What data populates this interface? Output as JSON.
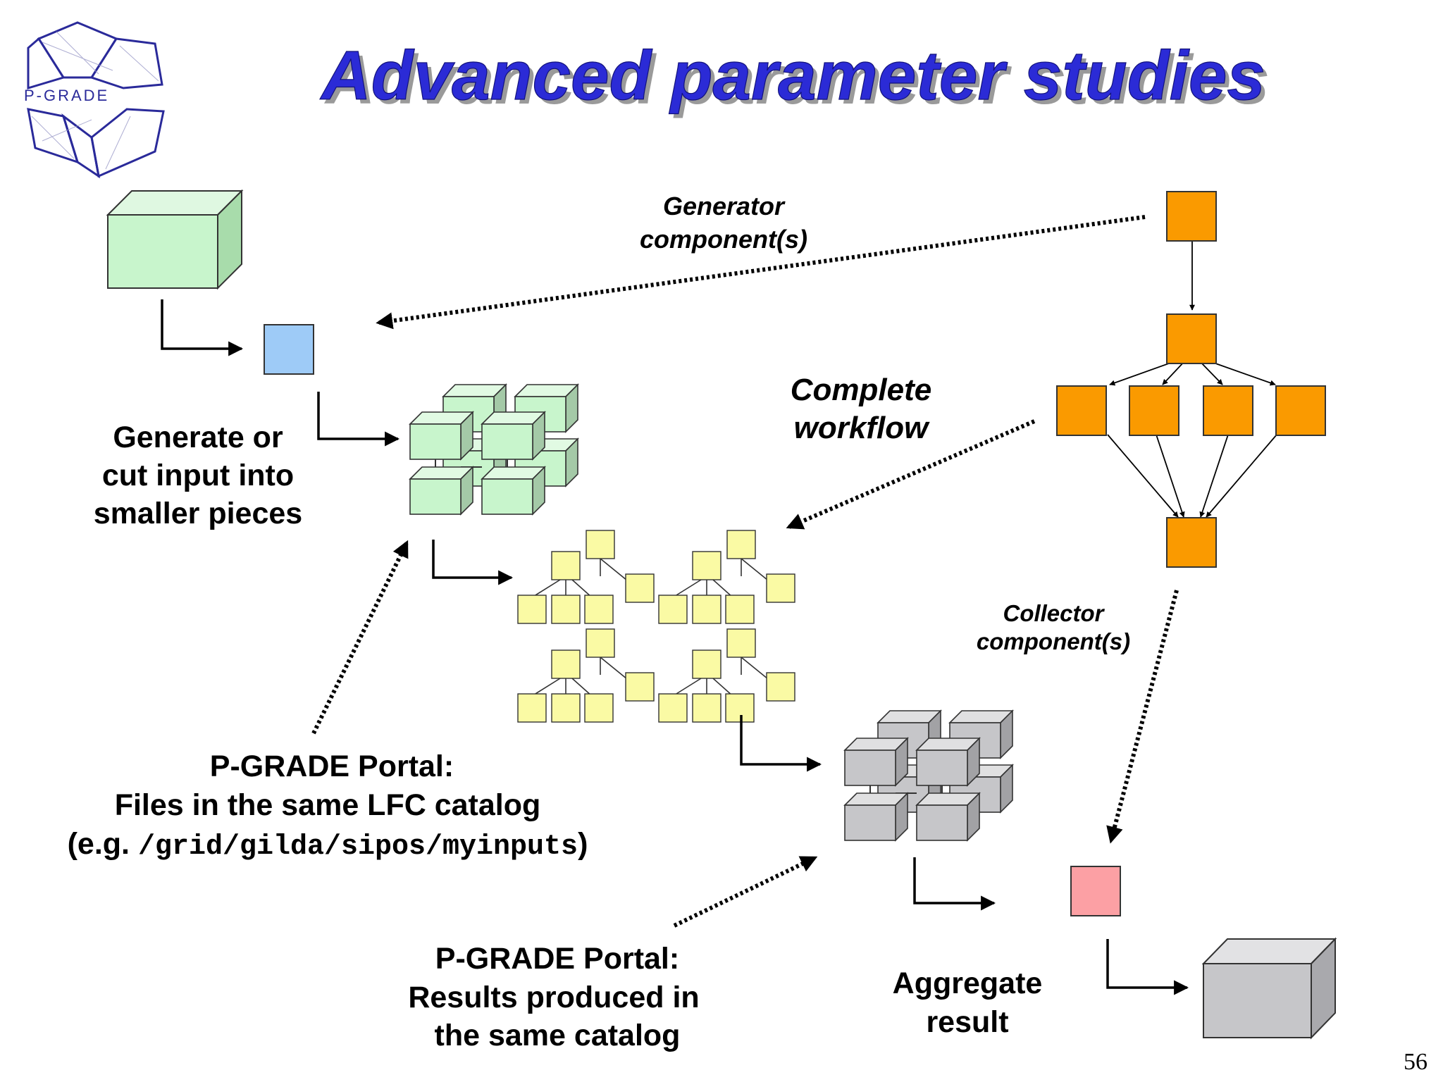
{
  "slide": {
    "title": "Advanced parameter studies",
    "page_number": "56",
    "logo_text": "P-GRADE"
  },
  "labels": {
    "generator": [
      "Generator",
      "component(s)"
    ],
    "complete_workflow": [
      "Complete",
      "workflow"
    ],
    "collector": [
      "Collector",
      "component(s)"
    ],
    "generate_cut": [
      "Generate or",
      "cut input into",
      "smaller pieces"
    ],
    "portal_files": {
      "line1": "P-GRADE Portal:",
      "line2": "Files in the same LFC catalog",
      "line3_prefix": "(e.g. ",
      "line3_path": "/grid/gilda/sipos/myinputs",
      "line3_suffix": ")"
    },
    "portal_results": [
      "P-GRADE Portal:",
      "Results produced in",
      "the same catalog"
    ],
    "aggregate": [
      "Aggregate",
      "result"
    ]
  },
  "colors": {
    "title": "#2b2bd6",
    "input_cube": "#c8f5cc",
    "generator_box": "#9ecbf7",
    "workflow_node": "#fa9a00",
    "instance_node": "#fafaa4",
    "result_cube": "#c6c6c9",
    "collector_box": "#fca0a4"
  }
}
